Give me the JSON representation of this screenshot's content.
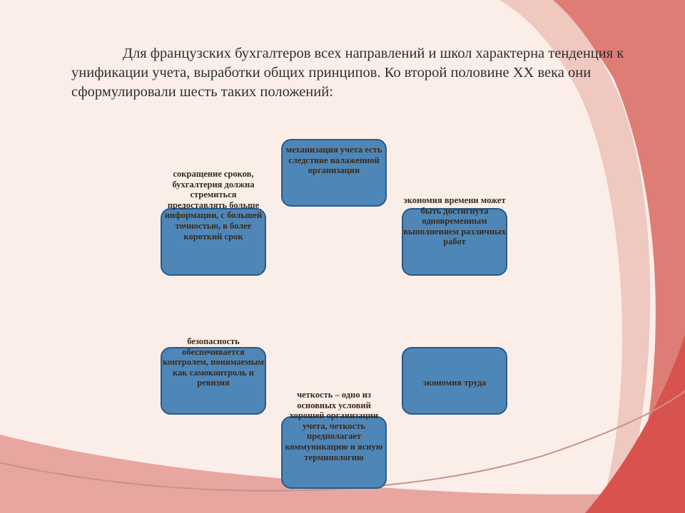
{
  "slide": {
    "intro_text": "Для французских бухгалтеров всех направлений и школ характерна тенденция к унификации учета, выработки общих принципов. Ко второй половине XX века они сформулировали шесть таких положений:"
  },
  "diagram": {
    "nodes": [
      {
        "id": "mechanization",
        "label": "механизация учета есть следствие налаженной организации"
      },
      {
        "id": "time-saving",
        "label": "экономия времени может быть достигнута одновременным выполнением различных работ"
      },
      {
        "id": "labor-saving",
        "label": "экономия труда"
      },
      {
        "id": "clarity",
        "label": "четкость – одно из основных условий хорошей организации учета, четкость предполагает коммуникацию и ясную терминологию"
      },
      {
        "id": "security",
        "label": "безопасность обеспечивается контролем, понимаемым как самоконтроль и ревизия"
      },
      {
        "id": "reduction",
        "label": "сокращение сроков, бухгалтерия должна стремиться предоставлять больше информации, с большей точностью, в более короткий срок"
      }
    ]
  }
}
